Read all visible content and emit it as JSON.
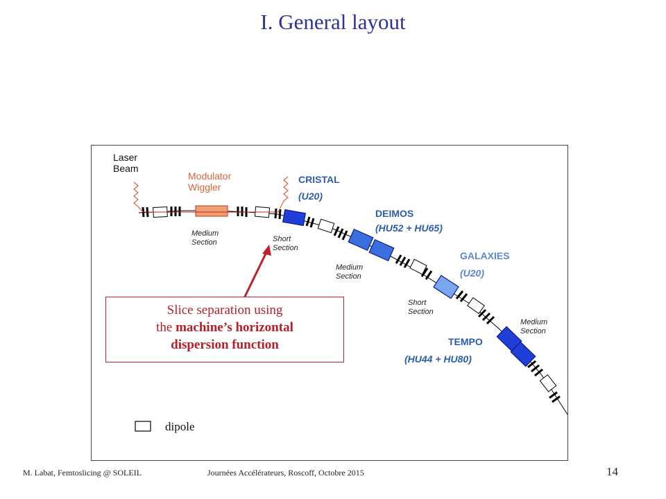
{
  "title": "I. General layout",
  "labels": {
    "laser_line1": "Laser",
    "laser_line2": "Beam",
    "modulator_line1": "Modulator",
    "modulator_line2": "Wiggler",
    "cristal_name": "CRISTAL",
    "cristal_und": "(U20)",
    "deimos_name": "DEIMOS",
    "deimos_und": "(HU52 + HU65)",
    "galaxies_name": "GALAXIES",
    "galaxies_und": "(U20)",
    "tempo_name": "TEMPO",
    "tempo_und": "(HU44 + HU80)",
    "medium1_line1": "Medium",
    "medium1_line2": "Section",
    "short1_line1": "Short",
    "short1_line2": "Section",
    "medium2_line1": "Medium",
    "medium2_line2": "Section",
    "short2_line1": "Short",
    "short2_line2": "Section",
    "medium3_line1": "Medium",
    "medium3_line2": "Section"
  },
  "callout": {
    "line1": "Slice separation using",
    "line2_prefix": "the ",
    "line2_bold": "machine’s horizontal",
    "line3_bold": "dispersion function"
  },
  "legend": {
    "dipole": "dipole"
  },
  "footer": {
    "left": "M. Labat, Femtoslicing @ SOLEIL",
    "center": "Journées Accélérateurs, Roscoff, Octobre 2015",
    "page": "14"
  },
  "colors": {
    "title": "#2e3292",
    "beamline_label": "#2a5db0",
    "light_label": "#4a78c8",
    "modulator": "#d9643a",
    "undulator_dark": "#1f3fd8",
    "undulator_mid": "#3b6fe0",
    "undulator_light": "#79a6ee",
    "callout": "#b3202a"
  }
}
